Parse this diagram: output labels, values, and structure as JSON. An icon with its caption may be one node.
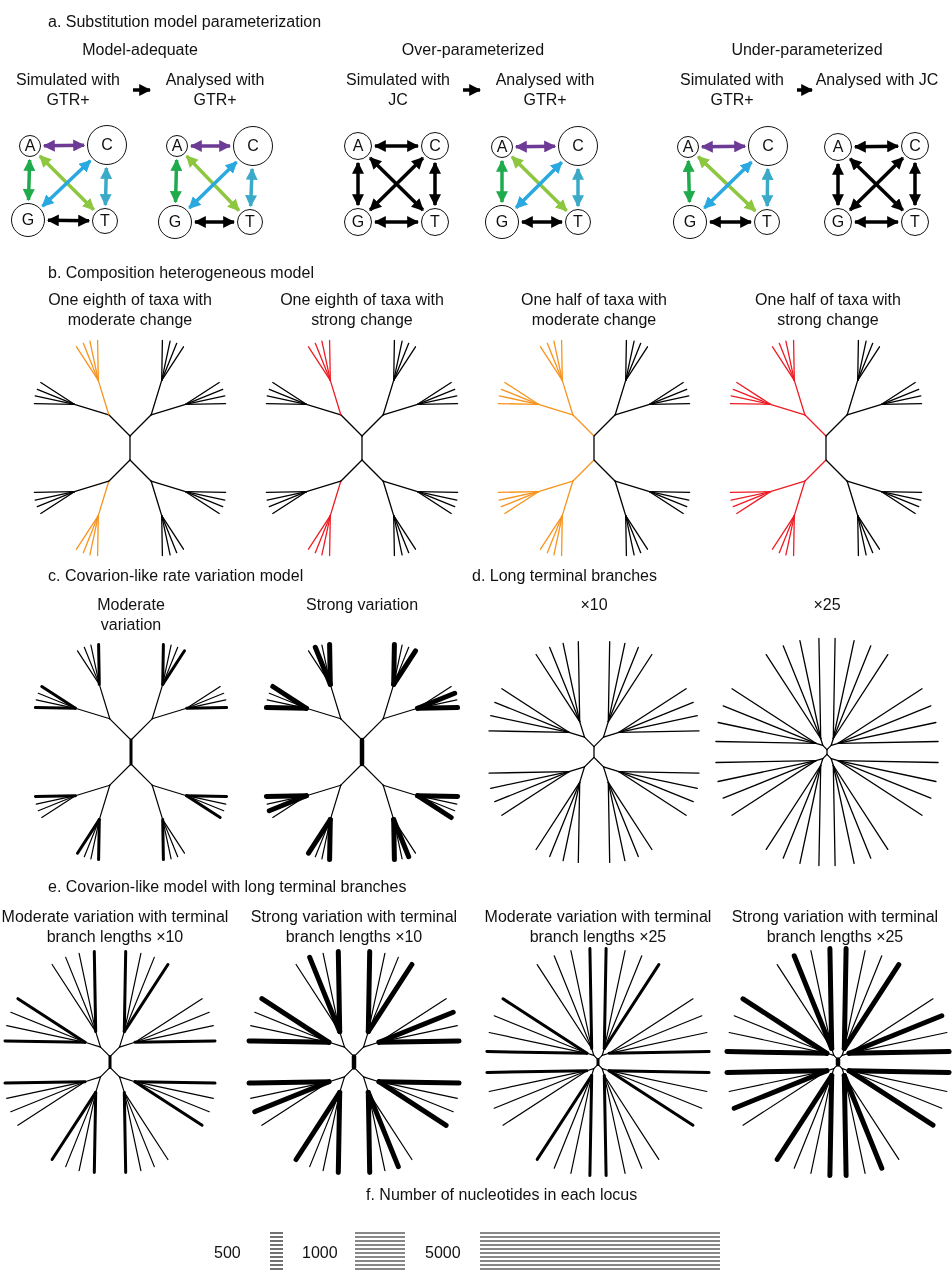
{
  "diagram": {
    "nodes": [
      {
        "text": [
          "Simulated with GTR+"
        ]
      },
      {
        "text": [
          "Analysed with GTR+"
        ]
      },
      {
        "text": [
          "A"
        ]
      },
      {
        "text": [
          "C"
        ]
      },
      {
        "text": [
          "G"
        ]
      },
      {
        "text": [
          "T"
        ]
      },
      {
        "text": [
          "A"
        ]
      },
      {
        "text": [
          "C"
        ]
      },
      {
        "text": [
          "G"
        ]
      },
      {
        "text": [
          "T"
        ]
      },
      {
        "text": [
          "Simulated with JC"
        ]
      },
      {
        "text": [
          "Analysed with GTR+"
        ]
      },
      {
        "text": [
          "A"
        ]
      },
      {
        "text": [
          "C"
        ]
      },
      {
        "text": [
          "G"
        ]
      },
      {
        "text": [
          "T"
        ]
      },
      {
        "text": [
          "A"
        ]
      },
      {
        "text": [
          "C"
        ]
      },
      {
        "text": [
          "G"
        ]
      },
      {
        "text": [
          "T"
        ]
      },
      {
        "text": [
          "Simulated with GTR+"
        ]
      },
      {
        "text": [
          "Analysed with JC"
        ]
      },
      {
        "text": [
          "A"
        ]
      },
      {
        "text": [
          "C"
        ]
      },
      {
        "text": [
          "G"
        ]
      },
      {
        "text": [
          "T"
        ]
      },
      {
        "text": [
          "A"
        ]
      },
      {
        "text": [
          "C"
        ]
      },
      {
        "text": [
          "G"
        ]
      },
      {
        "text": [
          "T"
        ]
      }
    ],
    "edges": [
      {
        "from": 0,
        "to": 1,
        "arrow": "to"
      },
      {
        "from": 2,
        "to": 3,
        "arrow": "both",
        "color": "#6d3a96"
      },
      {
        "from": 2,
        "to": 4,
        "arrow": "both",
        "color": "#1fab4b"
      },
      {
        "from": 2,
        "to": 5,
        "arrow": "both",
        "color": "#8dc63f"
      },
      {
        "from": 3,
        "to": 4,
        "arrow": "both",
        "color": "#29a9e0"
      },
      {
        "from": 3,
        "to": 5,
        "arrow": "both",
        "color": "#3aaac8"
      },
      {
        "from": 4,
        "to": 5,
        "arrow": "both"
      },
      {
        "from": 6,
        "to": 7,
        "arrow": "both",
        "color": "#6d3a96"
      },
      {
        "from": 6,
        "to": 8,
        "arrow": "both",
        "color": "#1fab4b"
      },
      {
        "from": 6,
        "to": 9,
        "arrow": "both",
        "color": "#8dc63f"
      },
      {
        "from": 7,
        "to": 8,
        "arrow": "both",
        "color": "#29a9e0"
      },
      {
        "from": 7,
        "to": 9,
        "arrow": "both",
        "color": "#3aaac8"
      },
      {
        "from": 8,
        "to": 9,
        "arrow": "both"
      },
      {
        "from": 10,
        "to": 11,
        "arrow": "to"
      },
      {
        "from": 12,
        "to": 13,
        "arrow": "both"
      },
      {
        "from": 12,
        "to": 14,
        "arrow": "both"
      },
      {
        "from": 12,
        "to": 15,
        "arrow": "both"
      },
      {
        "from": 13,
        "to": 14,
        "arrow": "both"
      },
      {
        "from": 13,
        "to": 15,
        "arrow": "both"
      },
      {
        "from": 14,
        "to": 15,
        "arrow": "both"
      },
      {
        "from": 16,
        "to": 17,
        "arrow": "both",
        "color": "#6d3a96"
      },
      {
        "from": 16,
        "to": 18,
        "arrow": "both",
        "color": "#1fab4b"
      },
      {
        "from": 16,
        "to": 19,
        "arrow": "both",
        "color": "#8dc63f"
      },
      {
        "from": 17,
        "to": 18,
        "arrow": "both",
        "color": "#29a9e0"
      },
      {
        "from": 17,
        "to": 19,
        "arrow": "both",
        "color": "#3aaac8"
      },
      {
        "from": 18,
        "to": 19,
        "arrow": "both"
      },
      {
        "from": 20,
        "to": 21,
        "arrow": "to"
      },
      {
        "from": 22,
        "to": 23,
        "arrow": "both",
        "color": "#6d3a96"
      },
      {
        "from": 22,
        "to": 24,
        "arrow": "both",
        "color": "#1fab4b"
      },
      {
        "from": 22,
        "to": 25,
        "arrow": "both",
        "color": "#8dc63f"
      },
      {
        "from": 23,
        "to": 24,
        "arrow": "both",
        "color": "#29a9e0"
      },
      {
        "from": 23,
        "to": 25,
        "arrow": "both",
        "color": "#3aaac8"
      },
      {
        "from": 24,
        "to": 25,
        "arrow": "both"
      },
      {
        "from": 26,
        "to": 27,
        "arrow": "both"
      },
      {
        "from": 26,
        "to": 28,
        "arrow": "both"
      },
      {
        "from": 26,
        "to": 29,
        "arrow": "both"
      },
      {
        "from": 27,
        "to": 28,
        "arrow": "both"
      },
      {
        "from": 27,
        "to": 29,
        "arrow": "both"
      },
      {
        "from": 28,
        "to": 29,
        "arrow": "both"
      }
    ],
    "labels": [
      "a. Substitution model parameterization",
      "Model-adequate",
      "Over-parameterized",
      "Under-parameterized",
      "b. Composition heterogeneous model",
      "One eighth of taxa with moderate change",
      "One eighth of taxa with strong change",
      "One half of taxa with moderate change",
      "One half of taxa with strong change",
      "c. Covarion-like rate variation model",
      "d. Long terminal branches",
      "Moderate variation",
      "Strong variation",
      "×10",
      "×25",
      "e. Covarion-like model with long terminal branches",
      "Moderate variation with terminal branch lengths ×10",
      "Strong variation with terminal branch lengths ×10",
      "Moderate variation with terminal branch lengths ×25",
      "Strong variation with terminal branch lengths ×25",
      "f. Number of nucleotides in each locus",
      "500",
      "1000",
      "5000"
    ]
  }
}
